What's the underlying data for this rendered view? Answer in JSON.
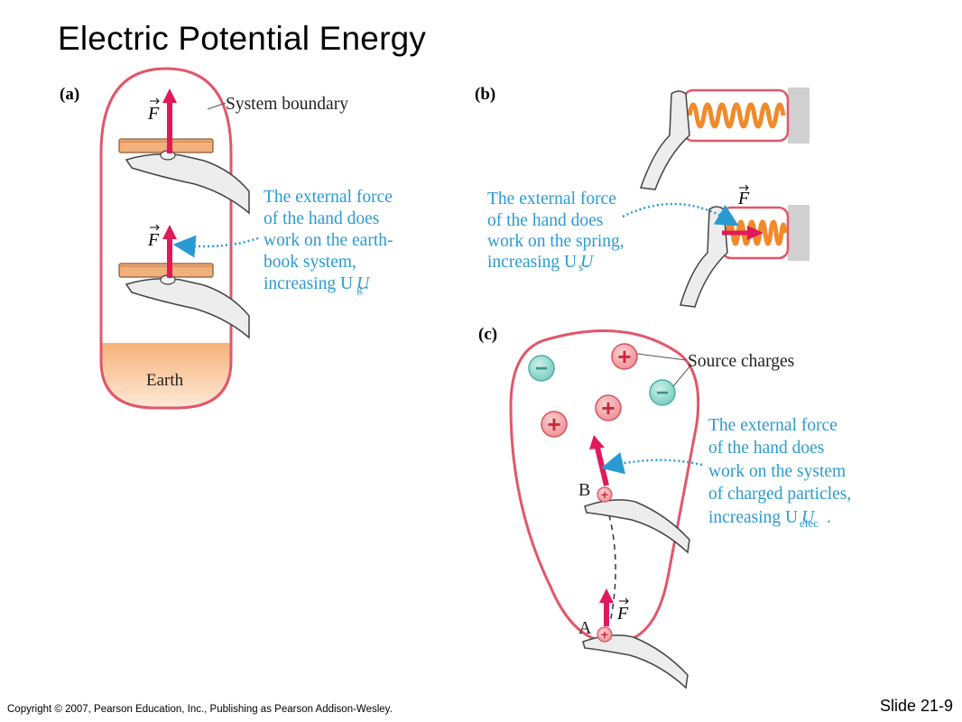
{
  "slide": {
    "title": "Electric Potential Energy",
    "copyright": "Copyright © 2007,  Pearson Education, Inc., Publishing as Pearson Addison-Wesley.",
    "slide_number": "Slide 21-9"
  },
  "panel_a": {
    "label": "(a)",
    "boundary_label": "System boundary",
    "force_symbol": "F",
    "earth_label": "Earth",
    "description_lines": [
      "The external force",
      "of the hand does",
      "work on the earth-",
      "book system,",
      "increasing U"
    ],
    "subscript": "g",
    "trailing": "."
  },
  "panel_b": {
    "label": "(b)",
    "force_symbol": "F",
    "description_lines": [
      "The external force",
      "of the hand does",
      "work on the spring,",
      "increasing U"
    ],
    "subscript": "s",
    "trailing": "."
  },
  "panel_c": {
    "label": "(c)",
    "source_label": "Source charges",
    "force_symbol": "F",
    "point_b": "B",
    "point_a": "A",
    "plus_sign": "+",
    "minus_sign": "−",
    "description_lines": [
      "The external force",
      "of the hand does",
      "work on the system",
      "of charged particles,",
      "increasing U"
    ],
    "subscript": "elec",
    "trailing": "."
  },
  "colors": {
    "boundary": "#e2566b",
    "force_arrow": "#e0195a",
    "annotation_blue": "#2a9bd2",
    "book": "#f2b07a",
    "spring": "#f08a2a",
    "positive_charge": "#f6a0a4",
    "negative_charge": "#8fd6cc"
  }
}
